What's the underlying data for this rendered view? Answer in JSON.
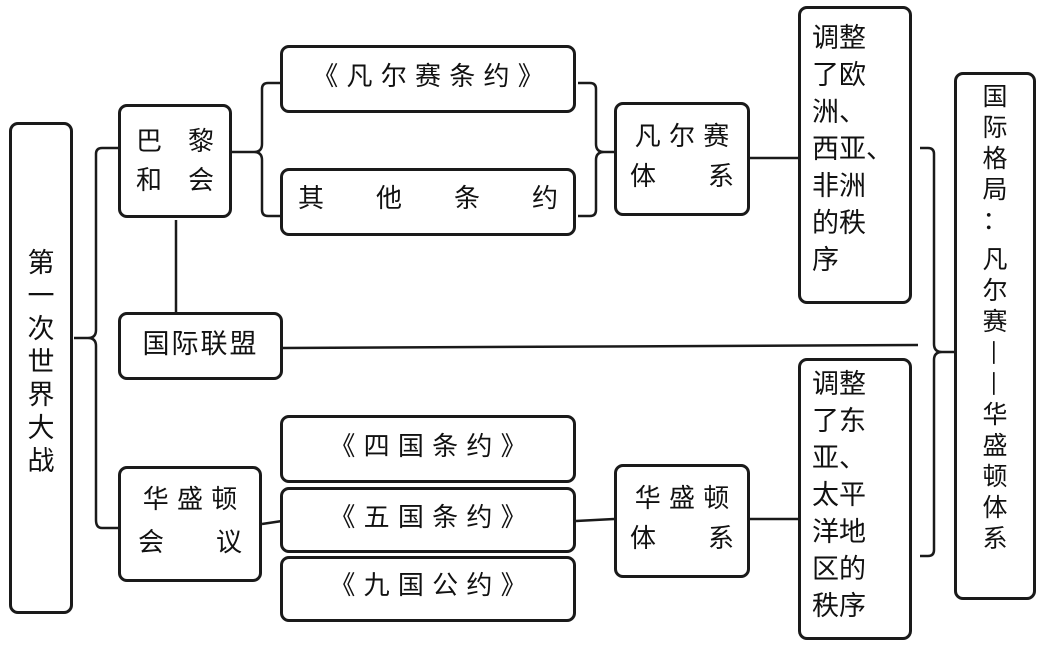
{
  "root": {
    "chars": [
      "第",
      "一",
      "次",
      "世",
      "界",
      "大",
      "战"
    ]
  },
  "paris": {
    "line1": "巴　黎",
    "line2": "和　会"
  },
  "versailles_treaty": {
    "label": "《 凡 尔 赛 条 约 》"
  },
  "other_treaties": {
    "label": "其　　他　　条　　约"
  },
  "versailles_system": {
    "line1": "凡 尔 赛",
    "line2": "体　　系"
  },
  "versailles_effect": {
    "lines": [
      "调整",
      "了欧",
      "洲、",
      "西亚、",
      "非洲",
      "的秩",
      "序"
    ]
  },
  "league": {
    "label": "国际联盟"
  },
  "washington": {
    "line1": "华 盛 顿",
    "line2": "会　　议"
  },
  "four_power": {
    "label": "《 四 国 条 约 》"
  },
  "five_power": {
    "label": "《 五 国 条 约 》"
  },
  "nine_power": {
    "label": "《 九 国 公 约 》"
  },
  "washington_system": {
    "line1": "华 盛 顿",
    "line2": "体　　系"
  },
  "washington_effect": {
    "lines": [
      "调整",
      "了东",
      "亚、",
      "太平",
      "洋地",
      "区的",
      "秩序"
    ]
  },
  "final": {
    "chars": [
      "国",
      "际",
      "格",
      "局",
      "：",
      "凡",
      "尔",
      "赛",
      "—",
      "—",
      "华",
      "盛",
      "顿",
      "体",
      "系"
    ]
  }
}
